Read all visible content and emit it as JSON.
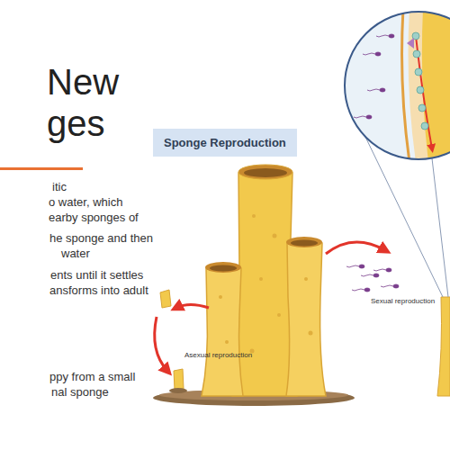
{
  "diagram": {
    "title": "New ges",
    "nodes": [
      {
        "text": [
          "Sponge Reproduction"
        ]
      }
    ],
    "labels": [
      "itic",
      "o water, which",
      "earby sponges of",
      "he sponge and then",
      "water",
      "ents until it settles",
      "ansforms into adult",
      "ppy from a small",
      "nal sponge",
      "Asexual reproduction",
      "Sexual reproduction"
    ]
  }
}
